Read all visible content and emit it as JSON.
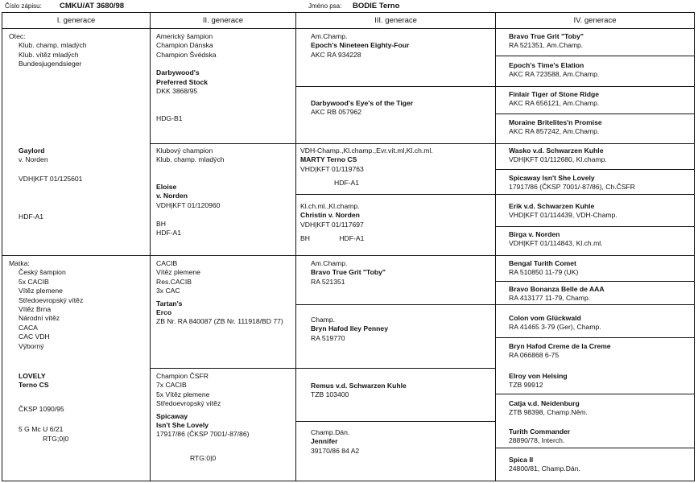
{
  "header": {
    "zapis_label": "Číslo zápisu:",
    "zapis_value": "CMKU/AT 3680/98",
    "jmeno_label": "Jméno psa:",
    "jmeno_value": "BODIE Terno"
  },
  "columns": [
    "I. generace",
    "II. generace",
    "III. generace",
    "IV. generace"
  ],
  "gen1": {
    "otec": {
      "label": "Otec:",
      "titles": [
        "Klub. champ. mladých",
        "Klub. vítěz mladých",
        "Bundesjugendsieger"
      ],
      "name1": "Gaylord",
      "name2": "v. Norden",
      "reg": "VDH|KFT 01/125601",
      "hd": "HDF-A1"
    },
    "matka": {
      "label": "Matka:",
      "titles": [
        "Český šampion",
        "5x CACIB",
        "Vítěz plemene",
        "Středoevropský vítěz",
        "Vítěz Brna",
        "Národní vítěz",
        "CACA",
        "CAC VDH",
        "Výborný"
      ],
      "name1": "LOVELY",
      "name2": "Terno CS",
      "reg": "ČKSP 1090/95",
      "extra1": "5 G Mc U 6/21",
      "extra2": "RTG;0|0"
    }
  },
  "gen2": [
    {
      "titles": [
        "Americký šampion",
        "Champion Dánska",
        "Champion Švédska"
      ],
      "name": [
        "Darbywood's",
        "Preferred Stock"
      ],
      "reg": "DKK 3868/95",
      "extra": "HDG-B1"
    },
    {
      "titles": [
        "Klubový champion",
        "Klub. champ. mladých"
      ],
      "name": [
        "Eloise",
        "v. Norden"
      ],
      "reg": "VDH|KFT 01/120960",
      "extra1": "BH",
      "extra2": "HDF-A1"
    },
    {
      "titles": [
        "CACIB",
        "Vítěz plemene",
        "Res.CACIB",
        "3x CAC"
      ],
      "name": [
        "Tartan's",
        "Erco"
      ],
      "reg": "ZB Nr. RA 840087 (ZB Nr. 111918/BD 77)"
    },
    {
      "titles": [
        "Champion ČSFR",
        "7x CACIB",
        "5x Vítěz plemene",
        "Středoevropský vítěz"
      ],
      "name": [
        "Spicaway",
        "Isn't She Lovely"
      ],
      "reg": "17917/86 (ČKSP 7001/-87/86)",
      "extra": "RTG:0|0"
    }
  ],
  "gen3": [
    {
      "title": "Am.Champ.",
      "name": "Epoch's Nineteen Eighty-Four",
      "reg": "AKC RA 934228"
    },
    {
      "name": "Darbywood's Eye's of the Tiger",
      "reg": "AKC RB 057962"
    },
    {
      "title": "VDH-Champ.,Kl.champ.,Evr.vít.ml,Kl.ch.ml.",
      "name": "MARTY Terno CS",
      "reg": "VHD|KFT 01/119763",
      "extra": "HDF-A1"
    },
    {
      "title": "Kl.ch.ml.,Kl.champ.",
      "name": "Christin v. Norden",
      "reg": "VDH|KFT 01/117697",
      "extra1": "BH",
      "extra2": "HDF-A1"
    },
    {
      "title": "Am.Champ.",
      "name": "Bravo True Grit \"Toby\"",
      "reg": "RA 521351"
    },
    {
      "title": "Champ.",
      "name": "Bryn Hafod Iley Penney",
      "reg": "RA 519770"
    },
    {
      "name": "Remus v.d. Schwarzen Kuhle",
      "reg": "TZB 103400"
    },
    {
      "title": "Champ.Dán.",
      "name": "Jennifer",
      "reg": "39170/86 84 A2"
    }
  ],
  "gen4": [
    {
      "name": "Bravo True Grit \"Toby\"",
      "reg": "RA 521351, Am.Champ."
    },
    {
      "name": "Epoch's Time's Elation",
      "reg": "AKC RA 723588, Am.Champ."
    },
    {
      "name": "Finlair Tiger of Stone Ridge",
      "reg": "AKC RA 656121, Am.Champ."
    },
    {
      "name": "Moraine Britelites'n Promise",
      "reg": "AKC RA 857242, Am.Champ."
    },
    {
      "name": "Wasko v.d. Schwarzen Kuhle",
      "reg": "VDH|KFT 01/112680, Kl.champ."
    },
    {
      "name": "Spicaway Isn't She Lovely",
      "reg": "17917/86 (ČKSP 7001/-87/86), Ch.ČSFR"
    },
    {
      "name": "Erik v.d. Schwarzen Kuhle",
      "reg": "VHD|KFT 01/114439, VDH-Champ."
    },
    {
      "name": "Birga v. Norden",
      "reg": "VDH|KFT 01/114843, Kl.ch.ml."
    },
    {
      "name": "Bengal Turith Comet",
      "reg": "RA 510850 11-79 (UK)"
    },
    {
      "name": "Bravo Bonanza Belle de AAA",
      "reg": "RA 413177 11-79, Champ."
    },
    {
      "name": "Colon vom Glückwald",
      "reg": "RA 41465 3-79 (Ger), Champ."
    },
    {
      "name": "Bryn Hafod Creme de la Creme",
      "reg": "RA 066868 6-75"
    },
    {
      "name": "Elroy von Helsing",
      "reg": "TZB 99912"
    },
    {
      "name": "Catja v.d. Neidenburg",
      "reg": "ZTB 98398, Champ.Něm."
    },
    {
      "name": "Turith Commander",
      "reg": "28890/78, Interch."
    },
    {
      "name": "Spica II",
      "reg": "24800/81, Champ.Dán."
    }
  ]
}
